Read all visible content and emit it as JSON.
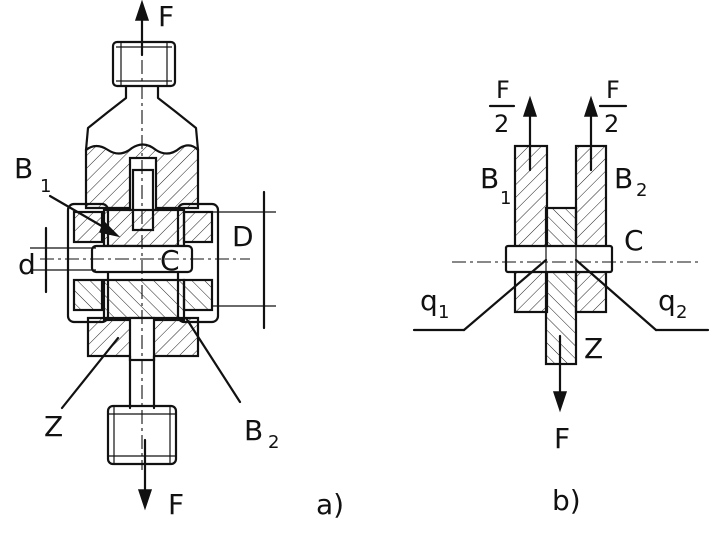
{
  "figure_a": {
    "force_top": "F",
    "force_bottom": "F",
    "label_b1": "B",
    "label_b1_sub": "1",
    "label_b2": "B",
    "label_b2_sub": "2",
    "label_z": "Z",
    "label_c": "C",
    "dim_d_small": "d",
    "dim_d_large": "D",
    "caption": "a)"
  },
  "figure_b": {
    "force_left_num": "F",
    "force_left_den": "2",
    "force_right_num": "F",
    "force_right_den": "2",
    "label_b1": "B",
    "label_b1_sub": "1",
    "label_b2": "B",
    "label_b2_sub": "2",
    "label_c": "C",
    "label_q1": "q",
    "label_q1_sub": "1",
    "label_q2": "q",
    "label_q2_sub": "2",
    "label_z": "Z",
    "force_bottom": "F",
    "caption": "b)"
  }
}
